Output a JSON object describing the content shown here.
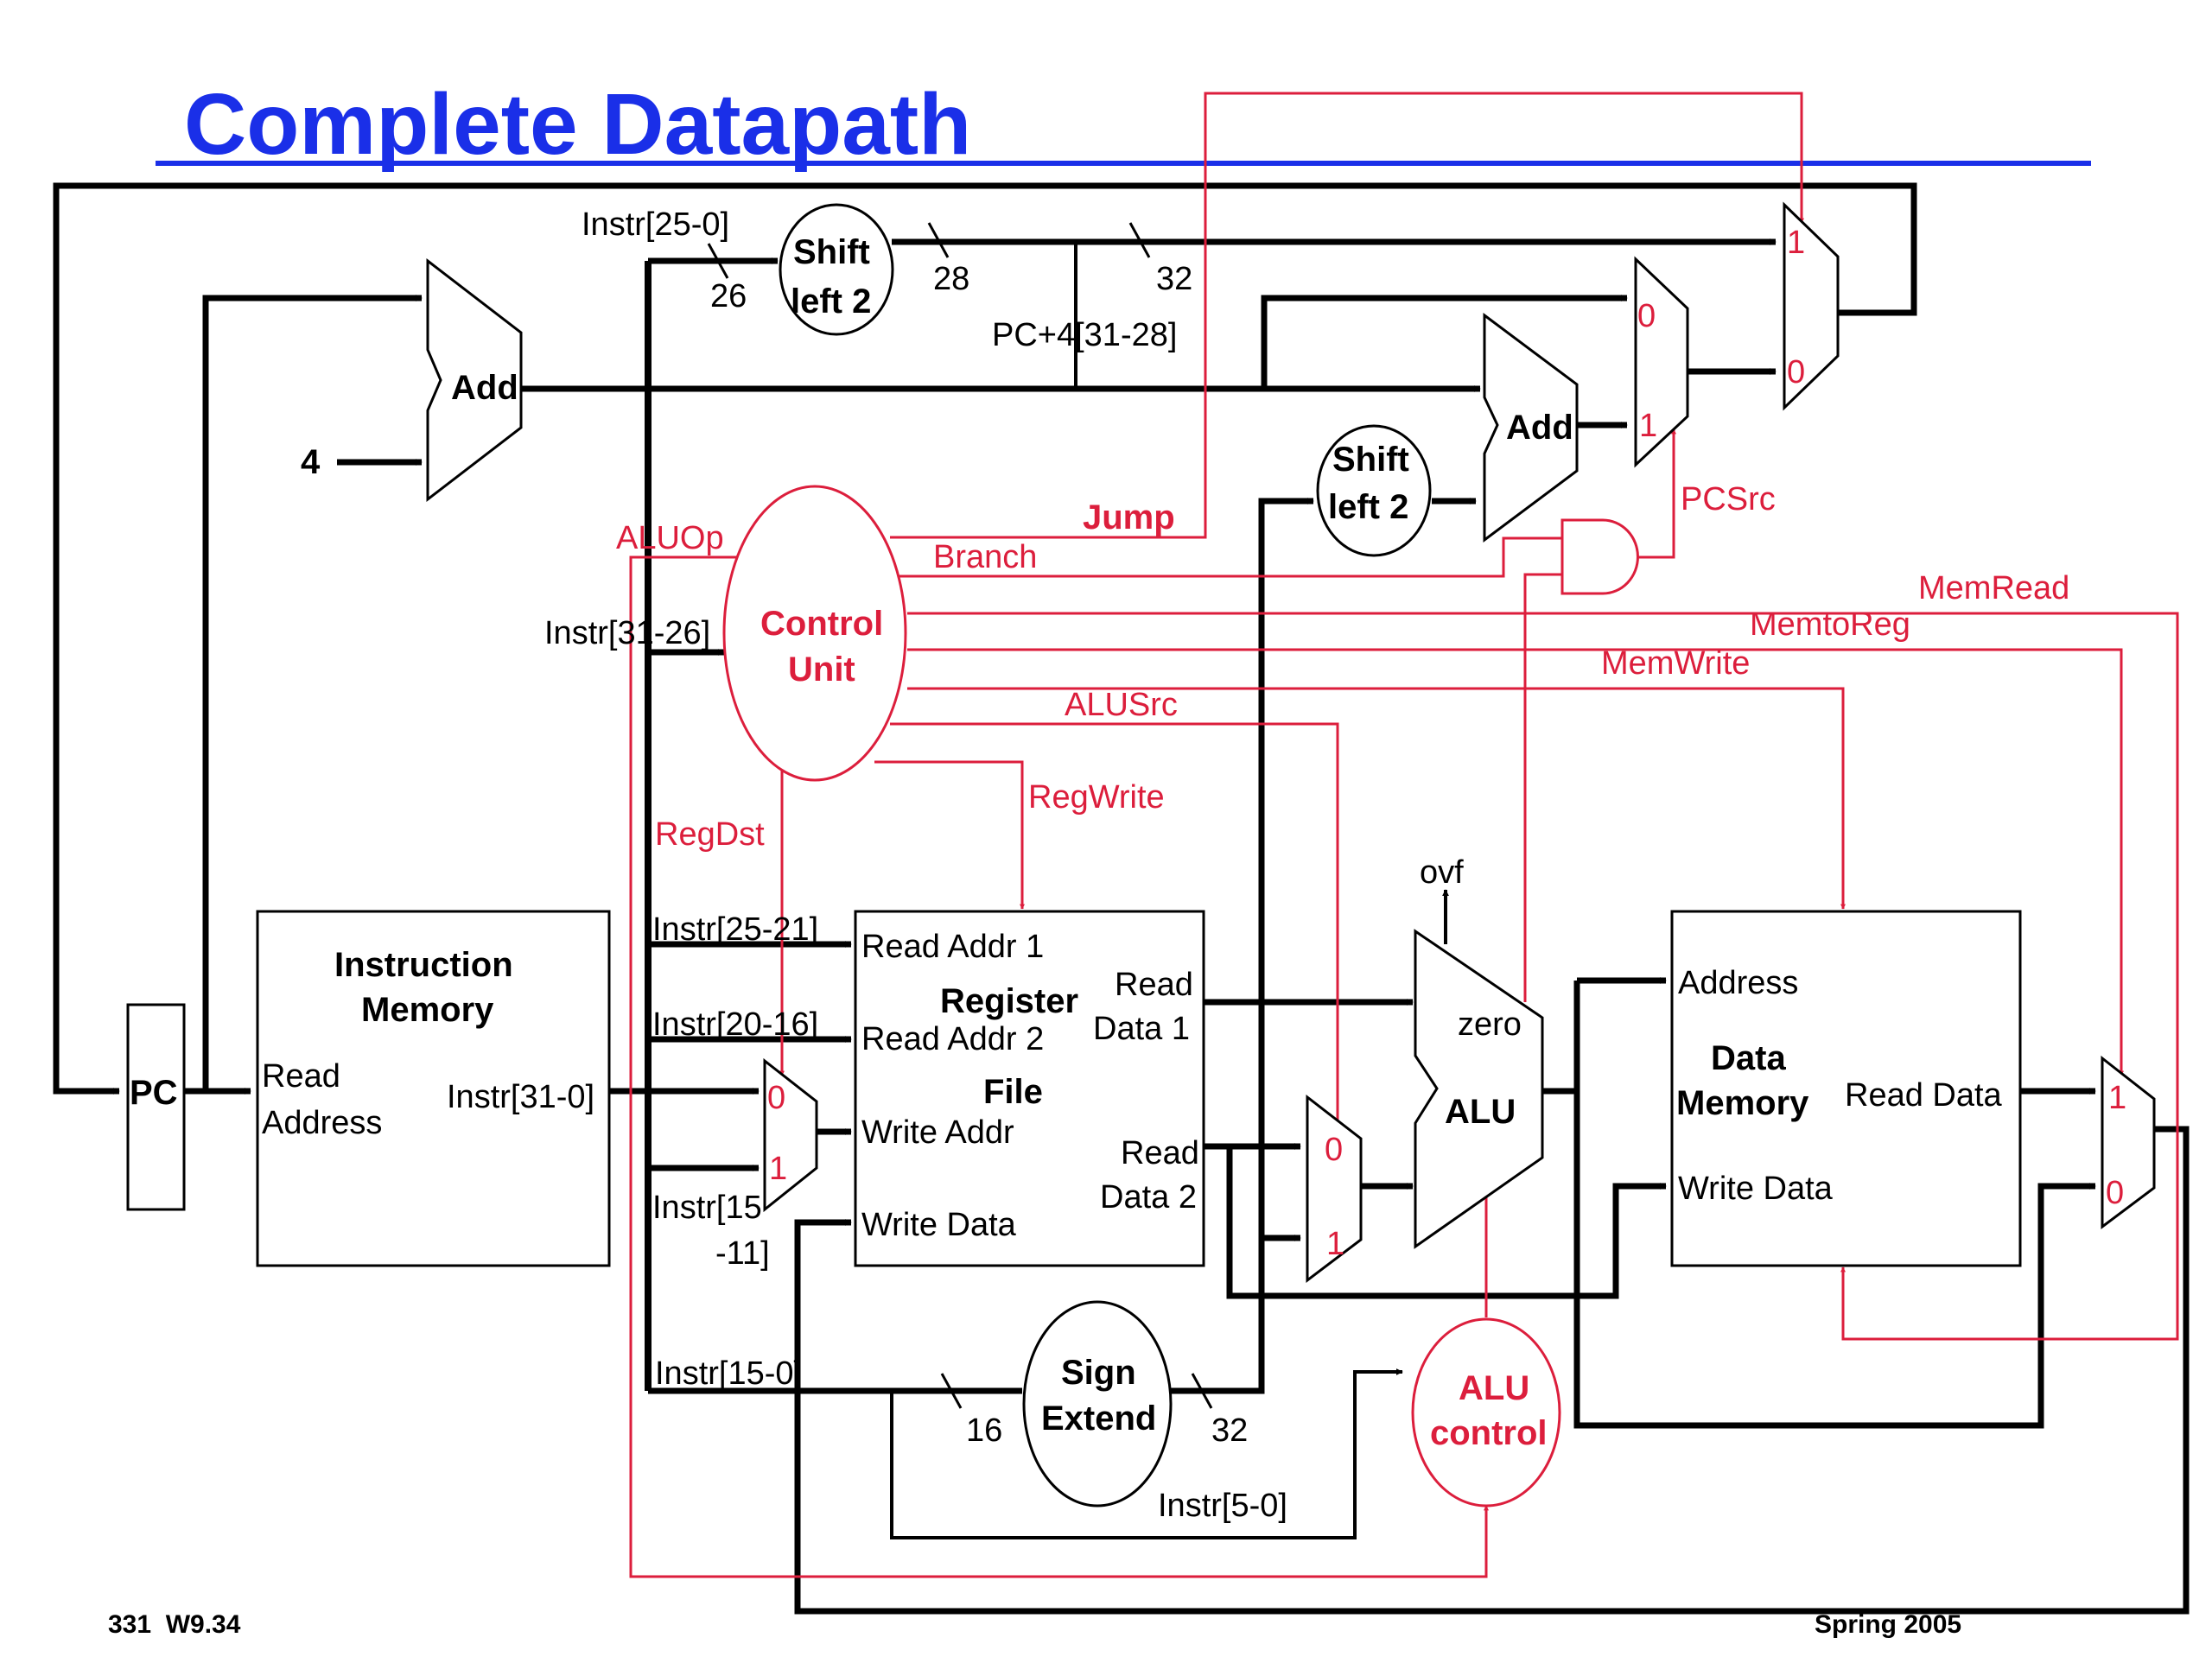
{
  "colors": {
    "title": "#1a2fe8",
    "control": "#dc1e3c",
    "wire": "#000000"
  },
  "title": "Complete Datapath",
  "footer": {
    "left": "331  W9.34",
    "right": "Spring 2005"
  },
  "blocks": {
    "pc": "PC",
    "add_pc": "Add",
    "const_four": "4",
    "shift_top": [
      "Shift",
      "left 2"
    ],
    "shift_mid": [
      "Shift",
      "left 2"
    ],
    "add_branch": "Add",
    "control": [
      "Control",
      "Unit"
    ],
    "instr_mem": [
      "Instruction",
      "Memory"
    ],
    "instr_mem_port_in": [
      "Read",
      "Address"
    ],
    "instr_mem_port_out": "Instr[31-0]",
    "regfile": [
      "Register",
      "File"
    ],
    "regfile_ports": {
      "read_addr1": "Read Addr 1",
      "read_addr2": "Read Addr 2",
      "write_addr": "Write Addr",
      "write_data": "Write Data",
      "read_data1": [
        "Read",
        "Data 1"
      ],
      "read_data2": [
        "Read",
        "Data 2"
      ]
    },
    "alu": "ALU",
    "alu_zero": "zero",
    "alu_ovf": "ovf",
    "sign_extend": [
      "Sign",
      "Extend"
    ],
    "alu_control": [
      "ALU",
      "control"
    ],
    "data_mem": [
      "Data",
      "Memory"
    ],
    "data_mem_ports": {
      "address": "Address",
      "read_data": "Read Data",
      "write_data": "Write Data"
    }
  },
  "mux_inputs": {
    "zero": "0",
    "one": "1"
  },
  "wire_labels": {
    "instr_25_0": "Instr[25-0]",
    "w26": "26",
    "w28": "28",
    "w32_top": "32",
    "pc4_31_28": "PC+4[31-28]",
    "instr_31_26": "Instr[31-26]",
    "instr_25_21": "Instr[25-21]",
    "instr_20_16": "Instr[20-16]",
    "instr_15_11": [
      "Instr[15",
      "-11]"
    ],
    "instr_15_0": "Instr[15-0]",
    "w16": "16",
    "w32_bottom": "32",
    "instr_5_0": "Instr[5-0]"
  },
  "control_signals": {
    "aluop": "ALUOp",
    "jump": "Jump",
    "branch": "Branch",
    "pcsrc": "PCSrc",
    "memread": "MemRead",
    "memtoreg": "MemtoReg",
    "memwrite": "MemWrite",
    "alusrc": "ALUSrc",
    "regwrite": "RegWrite",
    "regdst": "RegDst"
  }
}
